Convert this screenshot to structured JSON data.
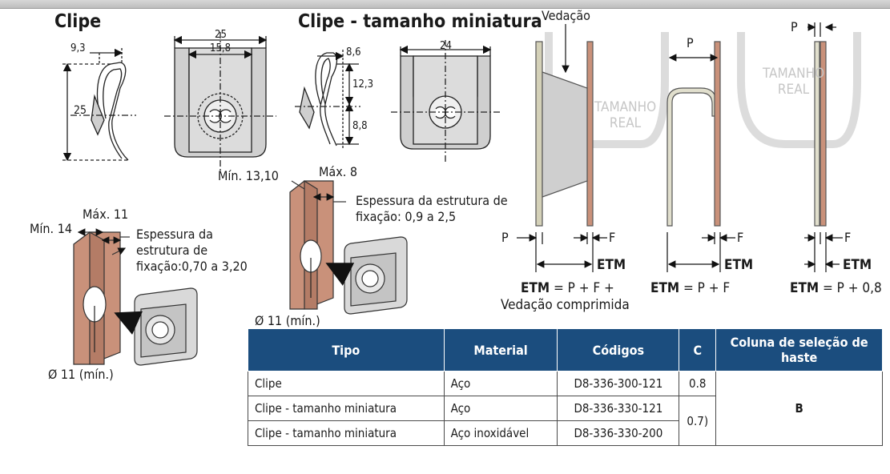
{
  "titles": {
    "clip": "Clipe",
    "clip_mini": "Clipe - tamanho miniatura"
  },
  "dims": {
    "clip_side_width": "9,3",
    "clip_side_height": "25",
    "clip_front_outer": "25",
    "clip_front_inner": "15,8",
    "mini_side_width": "8,6",
    "mini_side_upper": "12,3",
    "mini_side_lower": "8,8",
    "mini_front_width": "24"
  },
  "install_large": {
    "max_gap": "Máx. 11",
    "min_width": "Mín. 14",
    "thickness_label": "Espessura da\nestrutura de\nfixação:0,70 a 3,20",
    "hole": "Ø 11 (mín.)"
  },
  "install_small": {
    "min_width": "Mín. 13,10",
    "max_gap": "Máx. 8",
    "thickness_label": "Espessura da estrutura de\nfixação: 0,9 a 2,5",
    "hole": "Ø 11 (mín.)"
  },
  "etm_diagrams": {
    "seal_label": "Vedação",
    "p": "P",
    "f": "F",
    "etm": "ETM",
    "real_size": "TAMANHO\nREAL",
    "real_size_right": "TAMANHO\nREAL",
    "eq1_line1_bold": "ETM",
    "eq1_line1_rest": " = P + F +",
    "eq1_line2": "Vedação comprimida",
    "eq2_bold": "ETM",
    "eq2_rest": " = P + F",
    "eq3_bold": "ETM",
    "eq3_rest": " = P + 0,8"
  },
  "table": {
    "headers": [
      "Tipo",
      "Material",
      "Códigos",
      "C",
      "Coluna de seleção de haste"
    ],
    "rows": [
      {
        "tipo": "Clipe",
        "material": "Aço",
        "codigo": "D8-336-300-121"
      },
      {
        "tipo": "Clipe - tamanho miniatura",
        "material": "Aço",
        "codigo": "D8-336-330-121"
      },
      {
        "tipo": "Clipe - tamanho miniatura",
        "material": "Aço inoxidável",
        "codigo": "D8-336-330-200"
      }
    ],
    "c_values": [
      "0.8",
      "0.7)"
    ],
    "selection_column": "B"
  },
  "colors": {
    "header_bg": "#1b4d7e",
    "copper": "#c9917a",
    "steel": "#d4d4d4",
    "band": "#c8c8c8"
  }
}
